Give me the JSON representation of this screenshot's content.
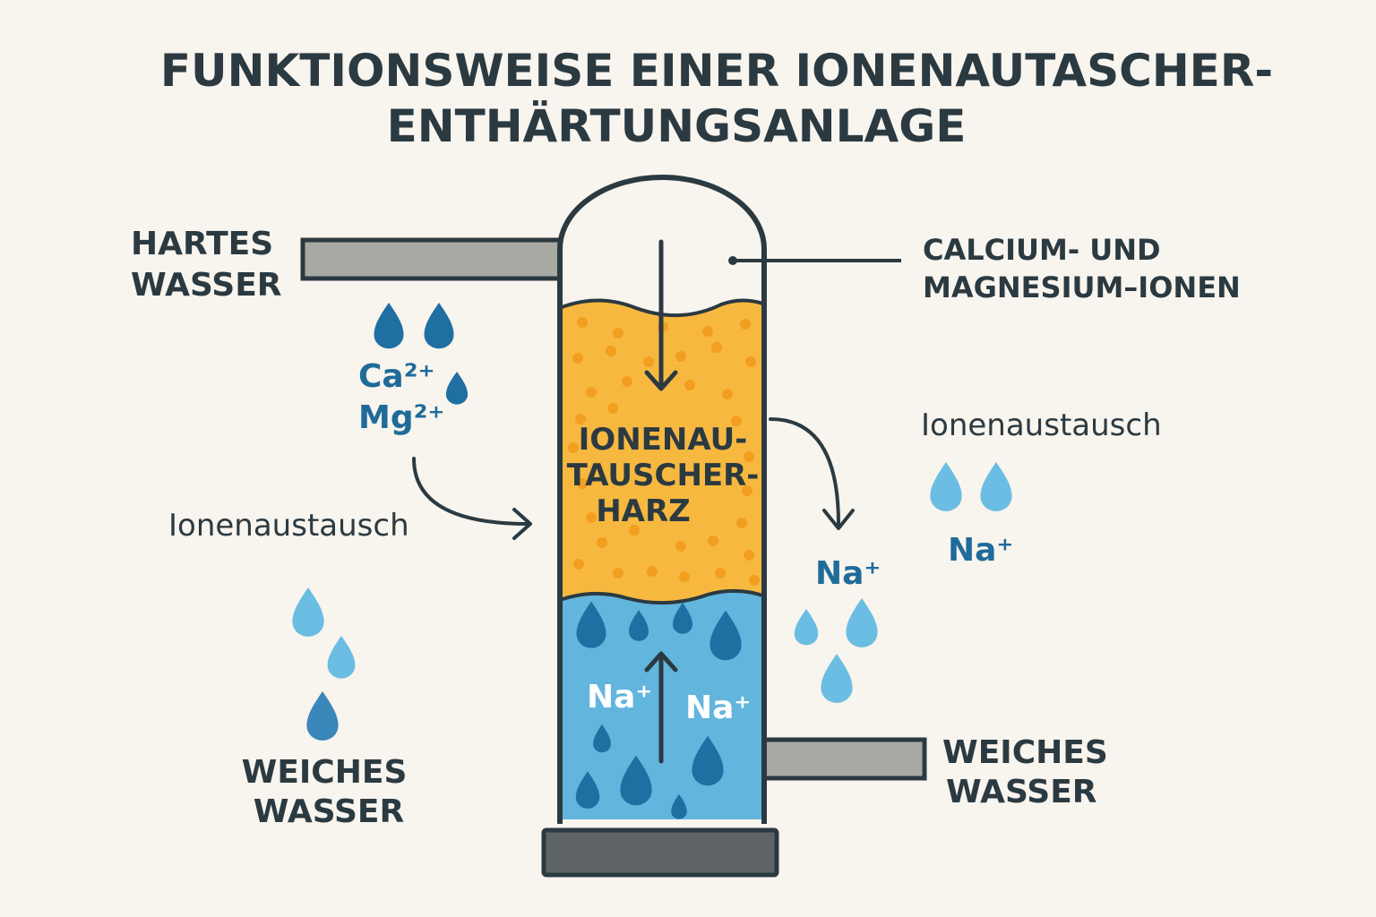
{
  "title": {
    "line1": "FUNKTIONSWEISE EINER IONENAUTASCHER-",
    "line2": "ENTHÄRTUNGSANLAGE"
  },
  "inlet": {
    "line1": "HARTES",
    "line2": "WASSER"
  },
  "hard_ions": {
    "ca": "Ca²⁺",
    "mg": "Mg²⁺"
  },
  "left_exchange": "Ionenaustausch",
  "soft_left": {
    "line1": "WEICHES",
    "line2": "WASSER"
  },
  "top_right_label": {
    "line1": "CALCIUM- UND",
    "line2": "MAGNESIUM–IONEN"
  },
  "right_exchange": "Ionenaustausch",
  "resin": {
    "line1": "IONENAU-",
    "line2": "TAUSCHER-",
    "line3": "HARZ"
  },
  "na_labels": {
    "right_near": "Na⁺",
    "right_far": "Na⁺",
    "inside_left": "Na⁺",
    "inside_right": "Na⁺"
  },
  "outlet": {
    "line1": "WEICHES",
    "line2": "WASSER"
  },
  "colors": {
    "background": "#f8f4ee",
    "resin": "#f7b840",
    "water": "#62b5dc",
    "outline": "#2b3a41",
    "pipe": "#a9a9a4",
    "base": "#5f6567",
    "ion_text": "#1f6b9a"
  }
}
